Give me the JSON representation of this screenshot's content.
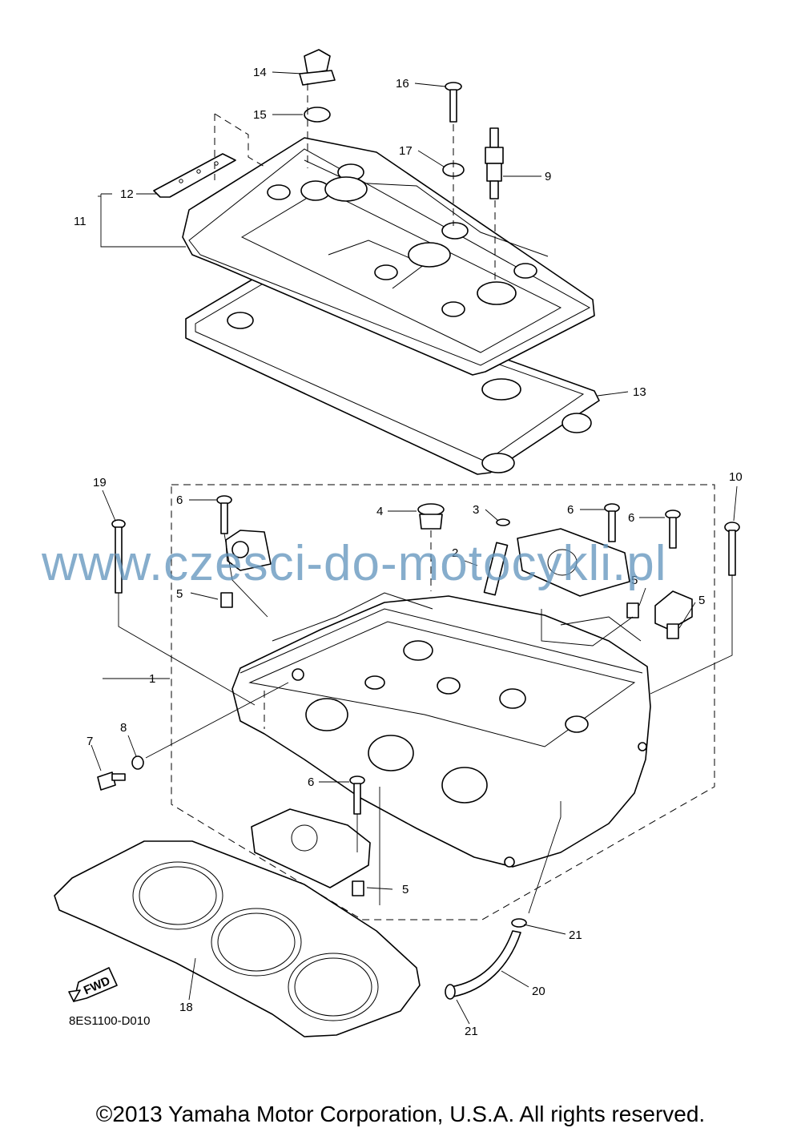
{
  "diagram": {
    "callouts": [
      "1",
      "2",
      "3",
      "4",
      "5",
      "5",
      "5",
      "5",
      "6",
      "6",
      "6",
      "6",
      "7",
      "8",
      "9",
      "10",
      "11",
      "12",
      "13",
      "14",
      "15",
      "16",
      "17",
      "18",
      "19",
      "20",
      "21",
      "21"
    ],
    "drawing_code": "8ES1100-D010",
    "direction_badge": "FWD"
  },
  "watermark": "www.czesci-do-motocykli.pl",
  "footer": {
    "copyright": "©2013 Yamaha Motor Corporation, U.S.A. All rights reserved."
  }
}
